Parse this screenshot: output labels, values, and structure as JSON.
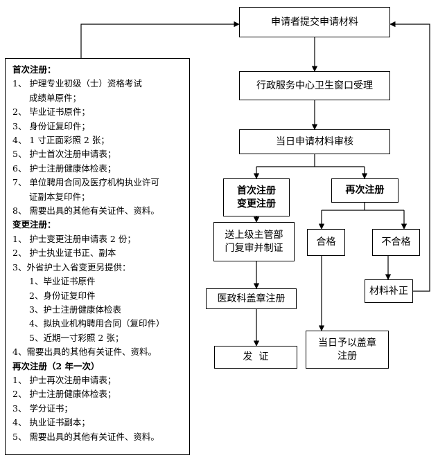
{
  "flow": {
    "submit": "申请者提交申请材料",
    "accept": "行政服务中心卫生窗口受理",
    "review": "当日申请材料审核",
    "branch_left": [
      "首次注册",
      "变更注册"
    ],
    "branch_right": "再次注册",
    "send_up": [
      "送上级主管部",
      "门复审并制证"
    ],
    "qualified": "合格",
    "unqualified": "不合格",
    "stamp_register": "医政科盖章注册",
    "supplement": "材料补正",
    "issue": "发  证",
    "same_day": [
      "当日予以盖章",
      "注册"
    ]
  },
  "requirements": {
    "first": {
      "title": "首次注册：",
      "items": [
        "1、  护理专业初级（士）资格考试",
        "成绩单原件；",
        "2、  毕业证书原件；",
        "3、  身份证复印件；",
        "4、  1 寸正面彩照 2 张；",
        "5、  护士首次注册申请表；",
        "6、  护士注册健康体检表；",
        "7、  单位聘用合同及医疗机构执业许可",
        "证副本复印件；",
        "8、  需要出具的其他有关证件、资料。"
      ]
    },
    "change": {
      "title": "变更注册：",
      "items": [
        "1、  护士变更注册申请表 2 份；",
        "2、  护士执业证书正、副本",
        "3、外省护士入省变更另提供：",
        "1、毕业证书原件",
        "2、身份证复印件",
        "3、护士注册健康体检表",
        "4、拟执业机构聘用合同（复印件）",
        "5、近期一寸彩照 2 张；",
        "4、需要出具的其他有关证件、资料。"
      ]
    },
    "renew": {
      "title": "再次注册（2 年一次）",
      "items": [
        "1、  护士再次注册申请表；",
        "2、  护士注册健康体检表；",
        "3、  学分证书；",
        "4、  执业证书副本；",
        "5、  需要出具的其他有关证件、资料。"
      ]
    }
  }
}
